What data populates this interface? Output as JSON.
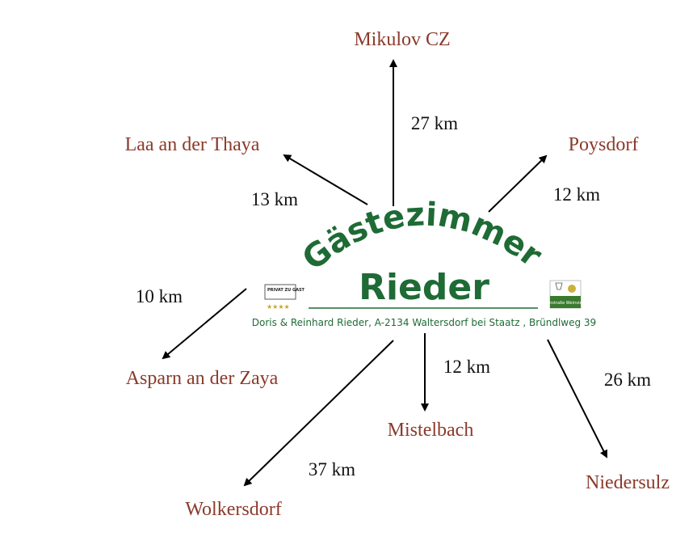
{
  "logo": {
    "title_arc": "Gästezimmer",
    "title_main": "Rieder",
    "address": "Doris & Reinhard Rieder, A-2134 Waltersdorf bei Staatz , Bründlweg 39",
    "badge_left": "PRIVAT ZU GAST",
    "badge_right": "Weinstraße Weinviertel",
    "color": "#1e6b35"
  },
  "destinations": [
    {
      "name": "Mikulov CZ",
      "distance": "27 km"
    },
    {
      "name": "Laa an der Thaya",
      "distance": "13 km"
    },
    {
      "name": "Poysdorf",
      "distance": "12 km"
    },
    {
      "name": "Asparn an der Zaya",
      "distance": "10 km"
    },
    {
      "name": "Mistelbach",
      "distance": "12 km"
    },
    {
      "name": "Wolkersdorf",
      "distance": "37 km"
    },
    {
      "name": "Niedersulz",
      "distance": "26 km"
    }
  ],
  "colors": {
    "place": "#8b3a2a",
    "arrow": "#000000"
  }
}
